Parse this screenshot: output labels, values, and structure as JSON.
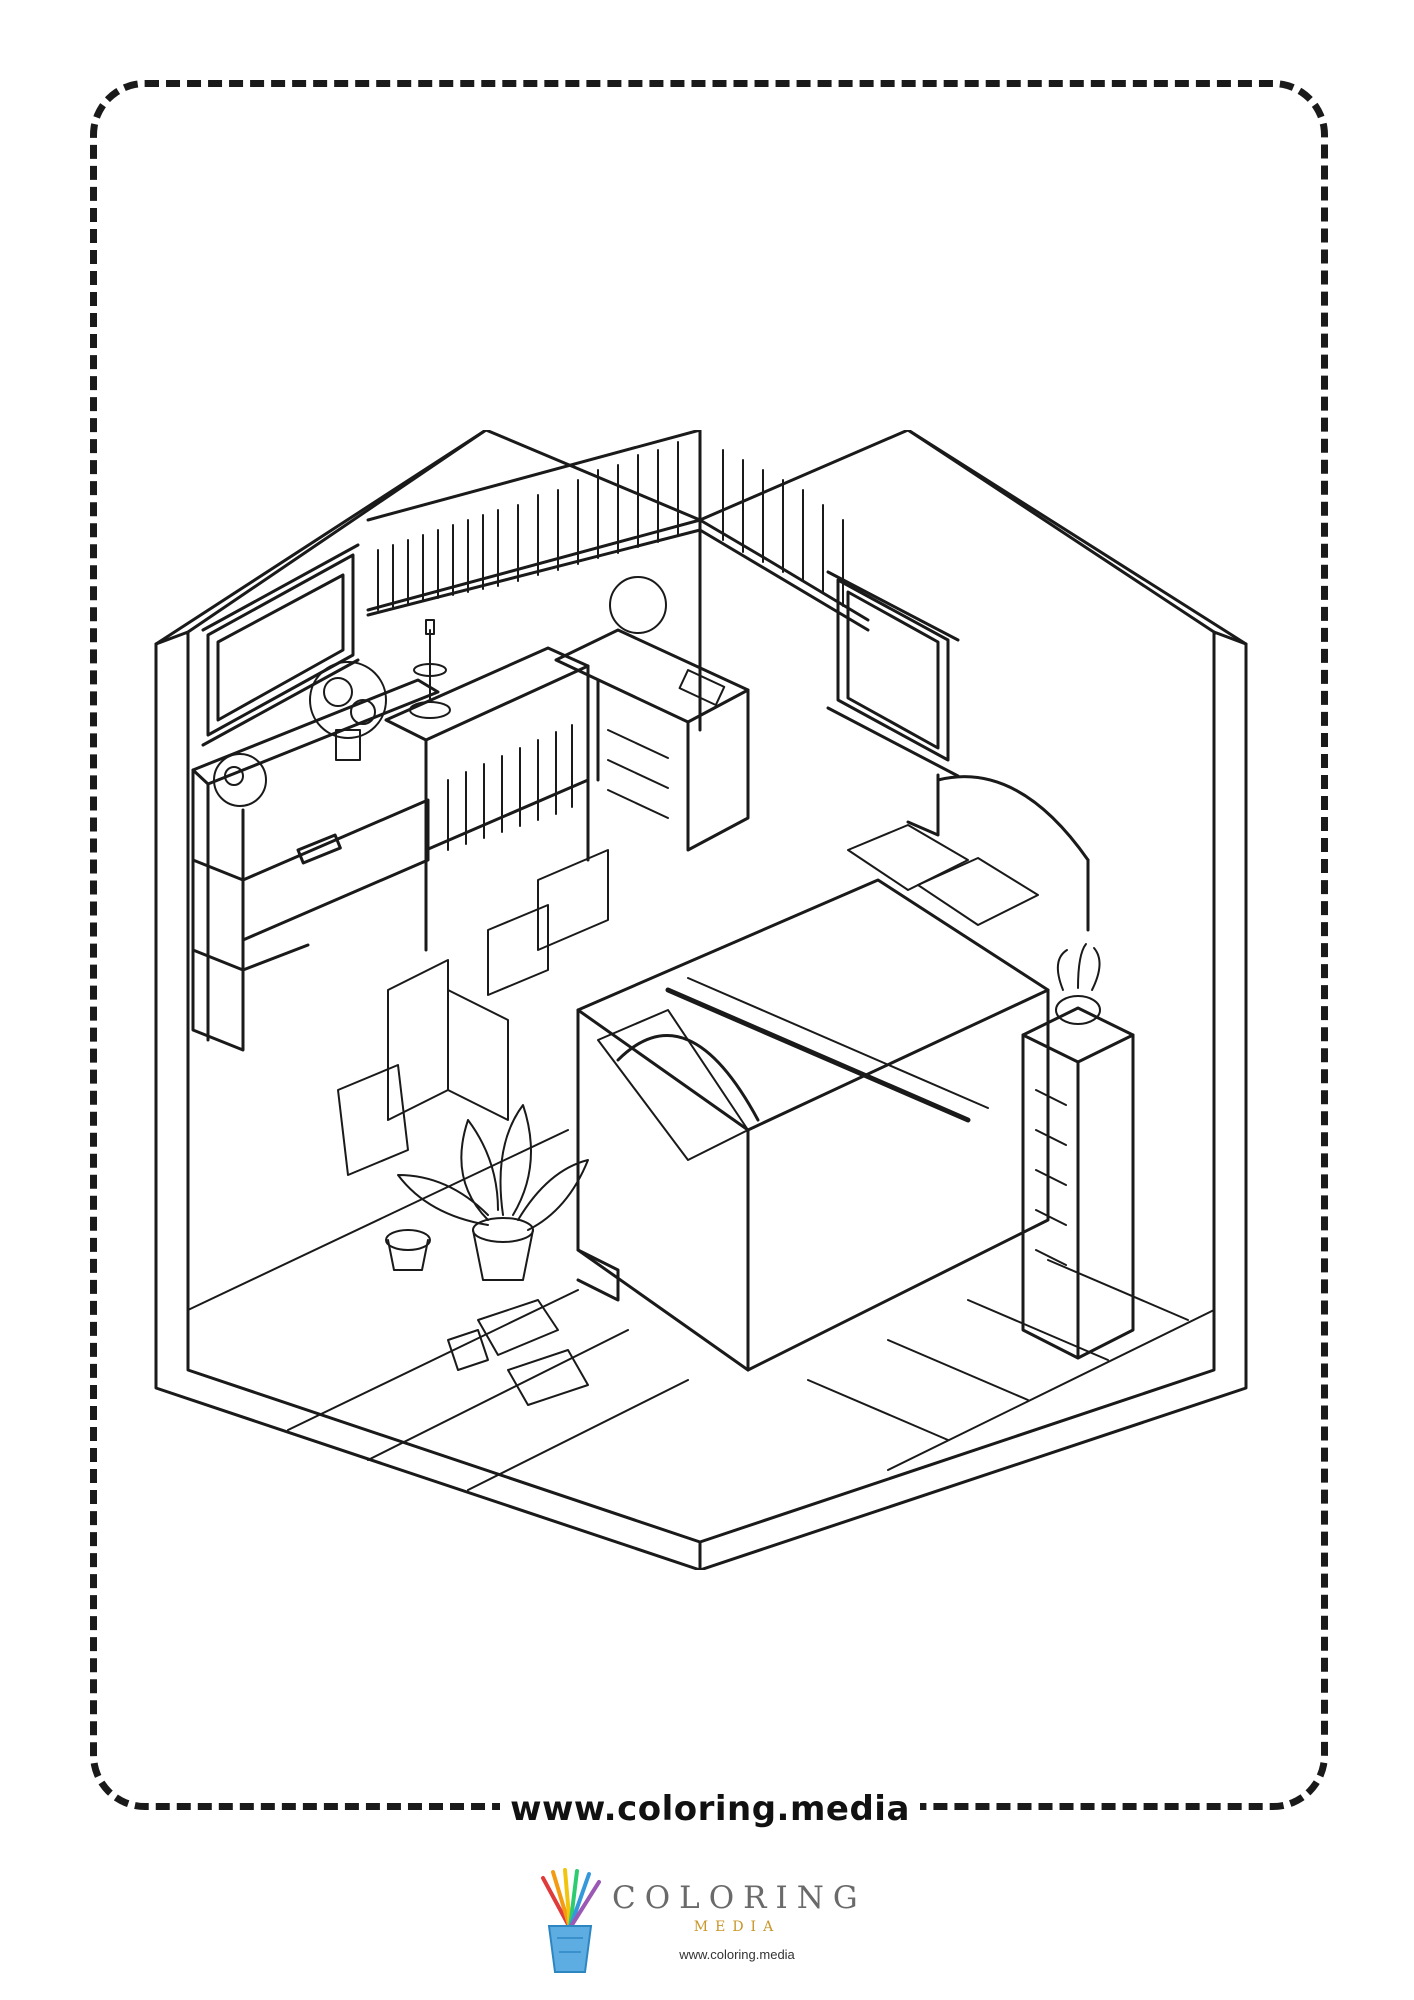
{
  "page": {
    "footer_url": "www.coloring.media"
  },
  "logo": {
    "brand_text": "COLORING",
    "sub_text": "MEDIA",
    "url_text": "www.coloring.media",
    "accent_color": "#c9962a",
    "icon": "pencil-cup-icon"
  },
  "colors": {
    "line": "#1a1a1a",
    "background": "#ffffff"
  },
  "illustration": {
    "icon": "isometric-bedroom-coloring-page"
  }
}
